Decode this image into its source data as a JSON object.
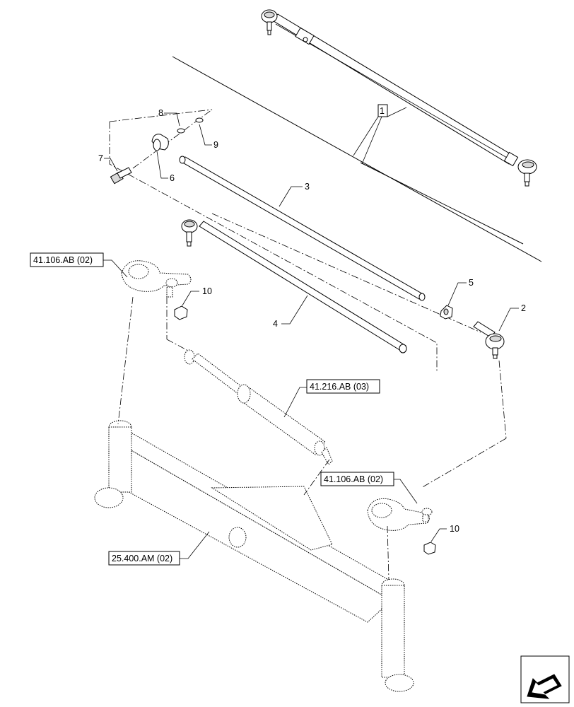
{
  "callouts": {
    "item_1": "1",
    "item_2": "2",
    "item_3": "3",
    "item_4": "4",
    "item_5": "5",
    "item_6": "6",
    "item_7": "7",
    "item_8": "8",
    "item_9": "9",
    "item_10_left": "10",
    "item_10_right": "10"
  },
  "references": {
    "ref_steering_arm_left": "41.106.AB (02)",
    "ref_steering_arm_right": "41.106.AB (02)",
    "ref_cylinder": "41.216.AB (03)",
    "ref_axle": "25.400.AM (02)"
  },
  "icons": {
    "nav_arrow": "previous-page-arrow-icon"
  }
}
